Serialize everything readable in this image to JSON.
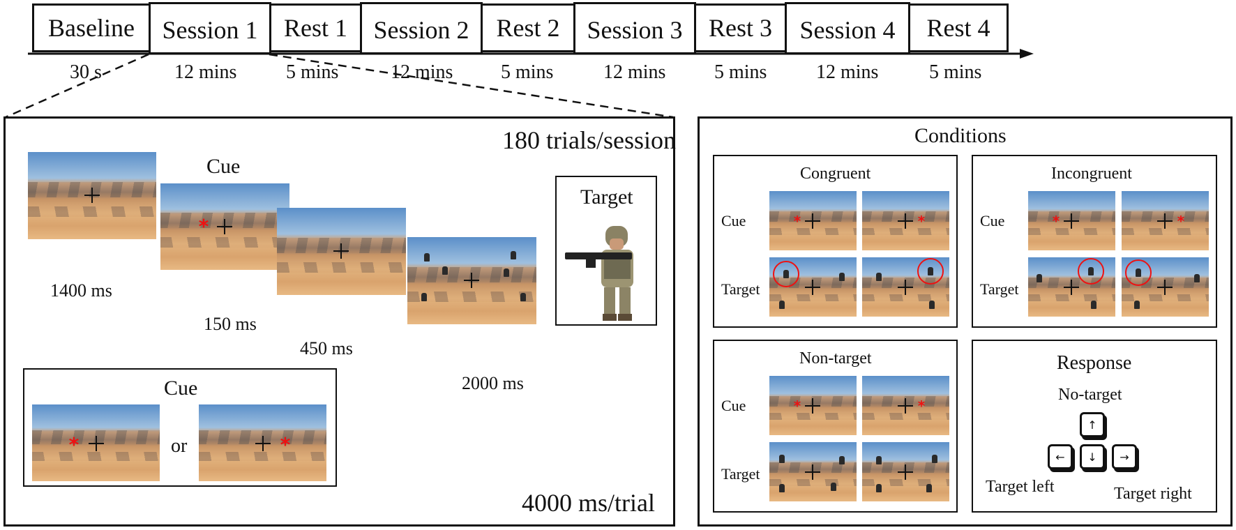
{
  "timeline": {
    "blocks": [
      {
        "label": "Baseline",
        "duration": "30 s"
      },
      {
        "label": "Session 1",
        "duration": "12 mins"
      },
      {
        "label": "Rest 1",
        "duration": "5 mins"
      },
      {
        "label": "Session 2",
        "duration": "12 mins"
      },
      {
        "label": "Rest 2",
        "duration": "5 mins"
      },
      {
        "label": "Session 3",
        "duration": "12 mins"
      },
      {
        "label": "Rest 3",
        "duration": "5 mins"
      },
      {
        "label": "Session 4",
        "duration": "12 mins"
      },
      {
        "label": "Rest 4",
        "duration": "5 mins"
      }
    ]
  },
  "trial_panel": {
    "trials_per_session": "180 trials/session",
    "trial_length": "4000 ms/trial",
    "cue_label": "Cue",
    "target_label": "Target",
    "intervals": [
      "1400 ms",
      "150 ms",
      "450 ms",
      "2000 ms"
    ],
    "cue_box": {
      "title": "Cue",
      "or": "or"
    }
  },
  "conditions_panel": {
    "title": "Conditions",
    "congruent": {
      "title": "Congruent",
      "cue": "Cue",
      "target": "Target"
    },
    "incongruent": {
      "title": "Incongruent",
      "cue": "Cue",
      "target": "Target"
    },
    "nontarget": {
      "title": "Non-target",
      "cue": "Cue",
      "target": "Target"
    },
    "response": {
      "title": "Response",
      "no_target": "No-target",
      "target_left": "Target left",
      "target_right": "Target right",
      "keys": {
        "up": "↑",
        "left": "←",
        "down": "↓",
        "right": "→"
      }
    }
  }
}
